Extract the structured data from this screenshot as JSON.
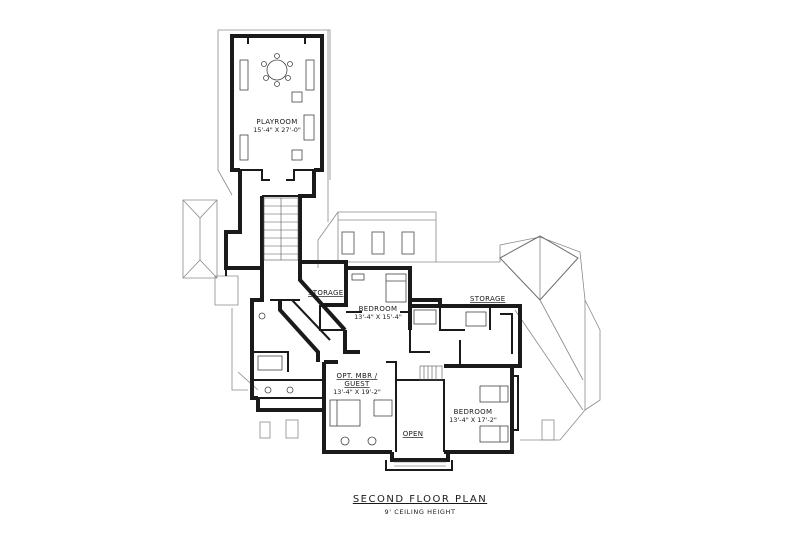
{
  "plan": {
    "title": "SECOND FLOOR PLAN",
    "subtitle": "9' CEILING HEIGHT"
  },
  "rooms": {
    "playroom": {
      "name": "PLAYROOM",
      "dims": "15'-4\" X 27'-0\""
    },
    "storage_left": {
      "name": "STORAGE"
    },
    "bedroom_center": {
      "name": "BEDROOM",
      "dims": "13'-4\" X 15'-4\""
    },
    "storage_right": {
      "name": "STORAGE"
    },
    "opt_mbr": {
      "name_line1": "OPT. MBR /",
      "name_line2": "GUEST",
      "dims": "13'-4\" X 19'-2\""
    },
    "bedroom_right": {
      "name": "BEDROOM",
      "dims": "13'-4\" X 17'-2\""
    },
    "open": {
      "name": "OPEN"
    }
  }
}
